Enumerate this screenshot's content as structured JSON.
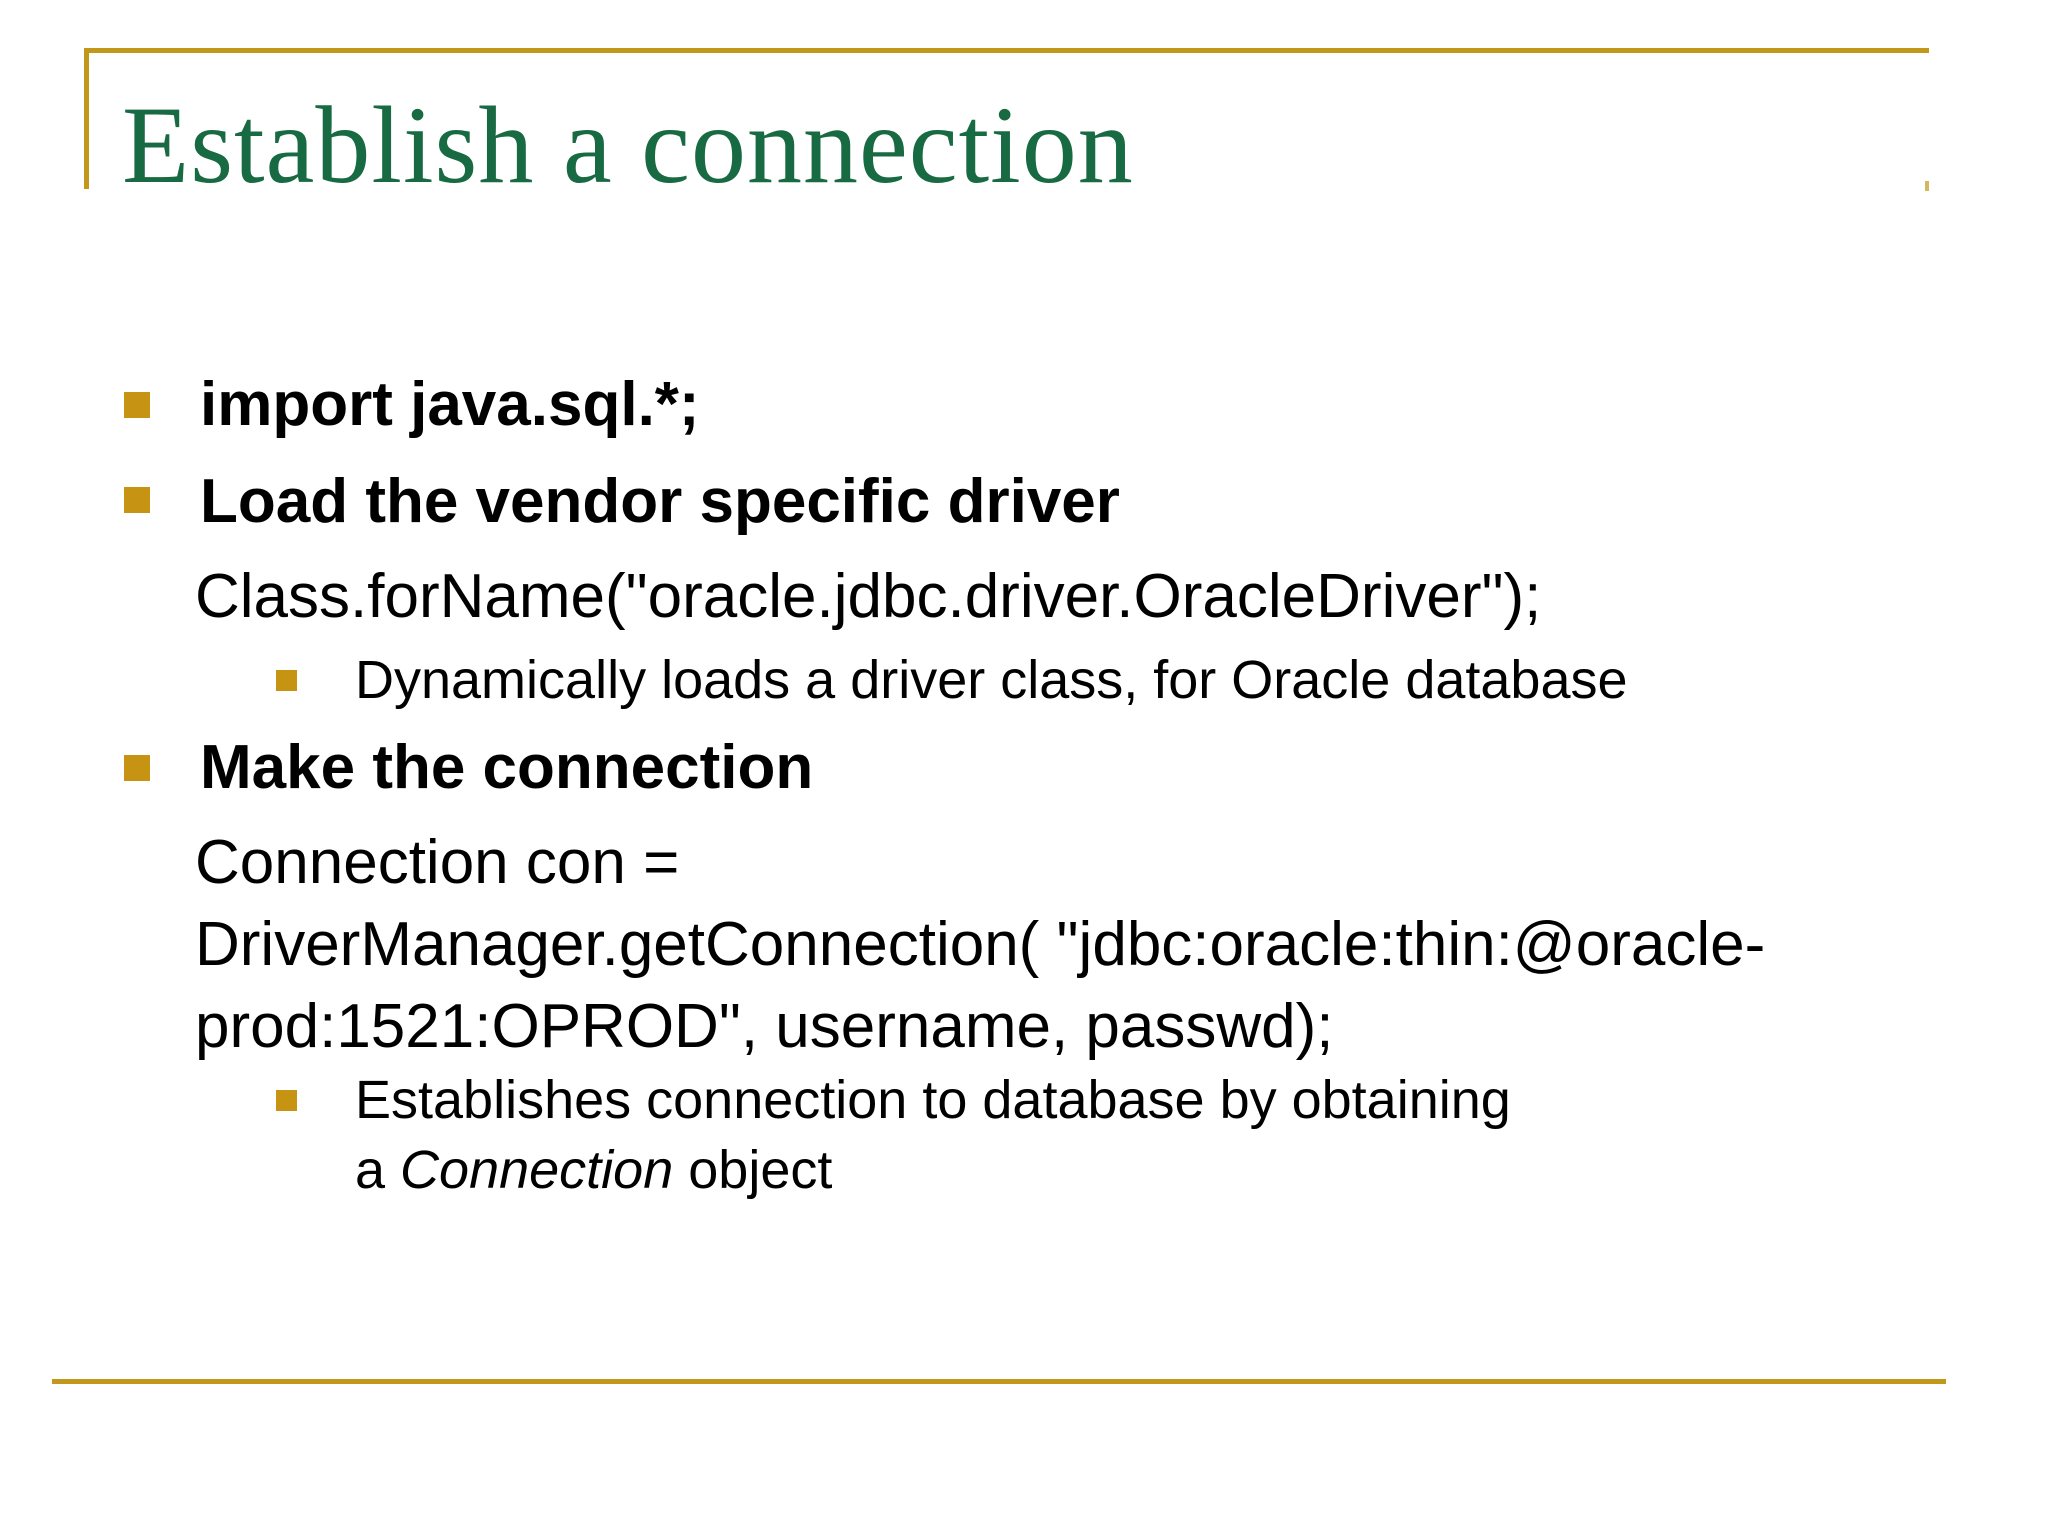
{
  "slide": {
    "title": "Establish a connection",
    "colors": {
      "accent_gold": "#C2981B",
      "bullet_gold": "#C79312",
      "title_green": "#186A42",
      "body_text": "#000000",
      "background": "#FFFFFF"
    },
    "bullets": {
      "item1": "import java.sql.*;",
      "item2": "Load the vendor specific driver",
      "item2_code": "Class.forName(\"oracle.jdbc.driver.OracleDriver\");",
      "item2_sub": "Dynamically loads a driver class, for Oracle database",
      "item3": "Make the connection",
      "item3_code_line1": "Connection con =",
      "item3_code_line2": "DriverManager.getConnection( \"jdbc:oracle:thin:@oracle-",
      "item3_code_line3": "prod:1521:OPROD\", username, passwd);",
      "item3_sub_line1": "Establishes connection to database by obtaining",
      "item3_sub_line2_prefix": "a ",
      "item3_sub_line2_italic": "Connection",
      "item3_sub_line2_suffix": " object"
    }
  }
}
